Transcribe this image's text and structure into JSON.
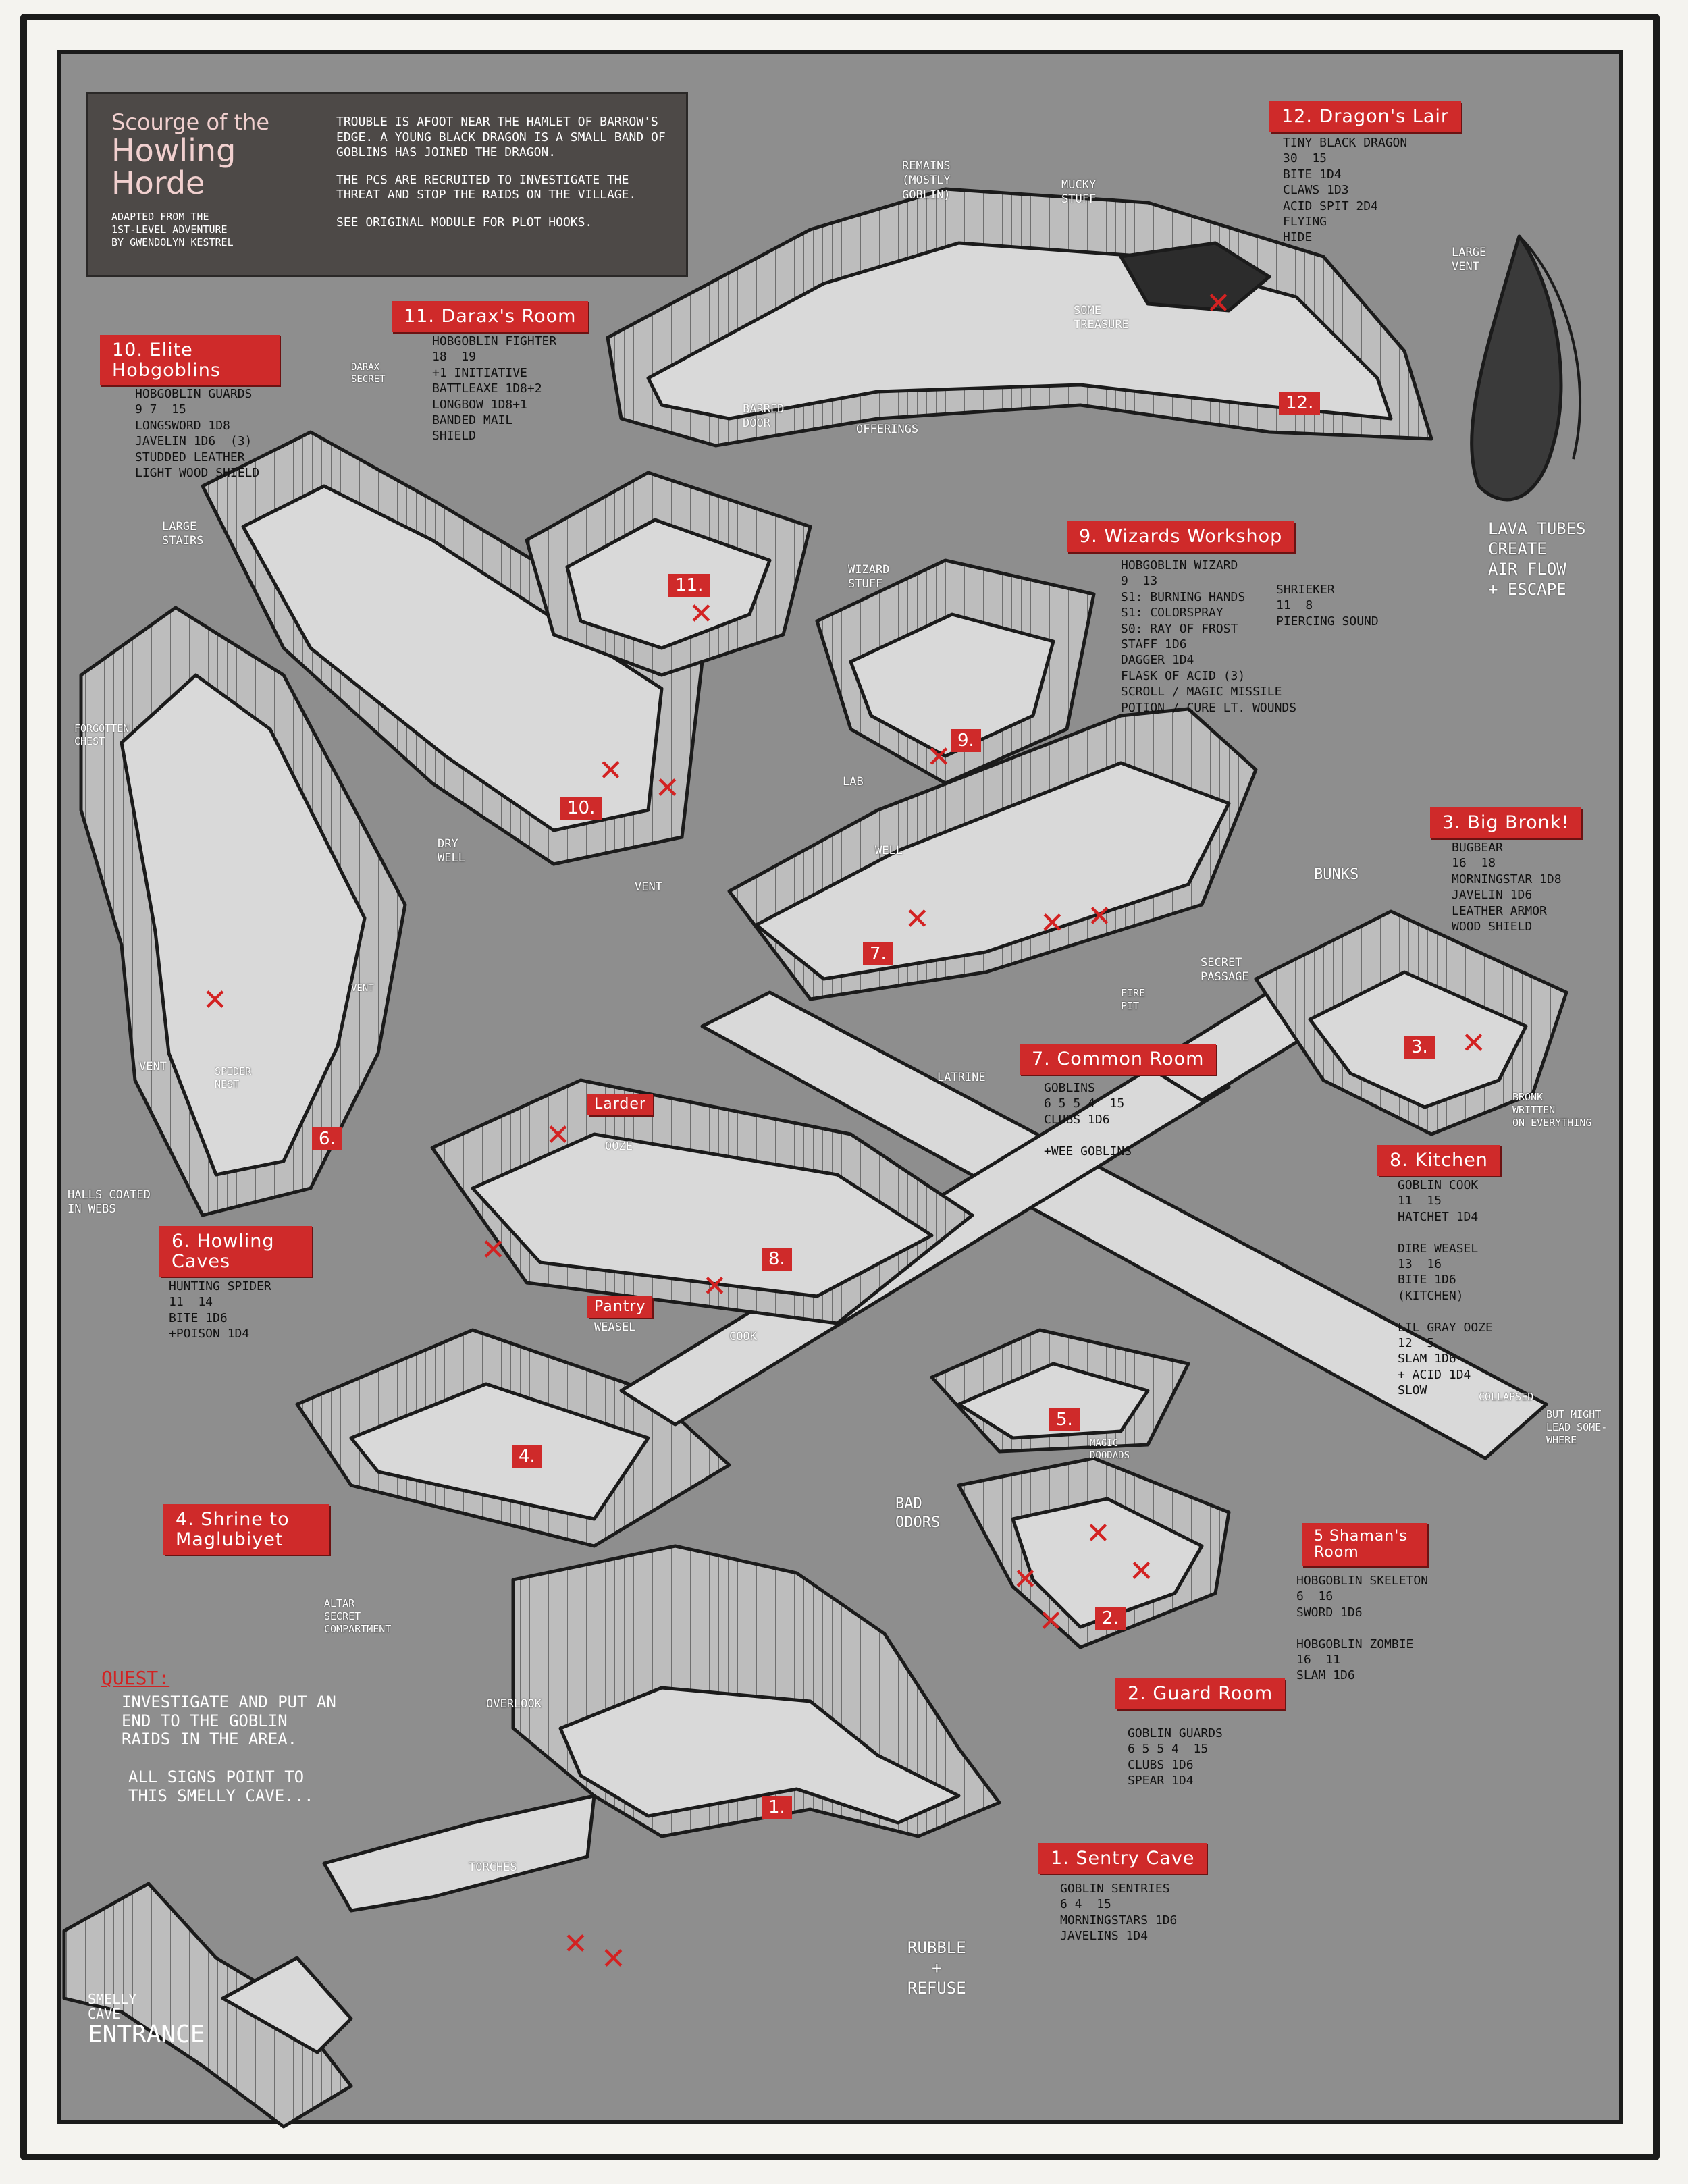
{
  "title": {
    "line1": "Scourge of the",
    "line2": "Howling Horde",
    "credit": "Adapted from the\n1st-level adventure\nby Gwendolyn Kestrel",
    "intro": [
      "Trouble is afoot near the hamlet of Barrow's Edge. A young black dragon is a small band of goblins has joined the dragon.",
      "The PCs are recruited to investigate the threat and stop the raids on the village.",
      "See original module for plot hooks."
    ]
  },
  "quest": {
    "heading": "Quest:",
    "text": "Investigate and put an end to the goblin raids in the area.",
    "subtext": "All signs point to this smelly cave..."
  },
  "entrance": {
    "small": "Smelly\ncave",
    "big": "Entrance"
  },
  "rooms": {
    "r1": {
      "label": "1. Sentry Cave",
      "marker": "1.",
      "stats": "Goblin sentries\n6 4  15\nMorningstars 1d6\nJavelins 1d4"
    },
    "r2": {
      "label": "2. Guard Room",
      "marker": "2.",
      "stats": "Goblin guards\n6 5 5 4  15\nClubs 1d6\nSpear 1d4"
    },
    "r3": {
      "label": "3. Big Bronk!",
      "marker": "3.",
      "stats": "Bugbear\n16  18\nMorningstar 1d8\nJavelin 1d6\nLeather armor\nWood shield"
    },
    "r4": {
      "label": "4. Shrine to Maglubiyet",
      "marker": "4."
    },
    "r5": {
      "label": "5 Shaman's Room",
      "marker": "5.",
      "stats": "Hobgoblin skeleton\n6  16\nSword 1d6\n\nHobgoblin zombie\n16  11\nSlam 1d6"
    },
    "r6": {
      "label": "6. Howling Caves",
      "marker": "6.",
      "stats": "Hunting spider\n11  14\nBite 1d6\n+Poison 1d4"
    },
    "r7": {
      "label": "7. Common Room",
      "marker": "7.",
      "stats": "Goblins\n6 5 5 4  15\nClubs 1d6\n\n+Wee goblins"
    },
    "r8": {
      "label": "8. Kitchen",
      "marker": "8.",
      "stats": "Goblin cook\n11  15\nHatchet 1d4\n\nDire weasel\n13  16\nBite 1d6\n(kitchen)\n\nLil gray ooze\n12  5\nSlam 1d6\n+ Acid 1d4\nSlow"
    },
    "r9": {
      "label": "9. Wizards Workshop",
      "marker": "9.",
      "stats": "Hobgoblin wizard\n9  13\nS1: Burning hands\nS1: Colorspray\nS0: Ray of frost\nStaff 1d6\nDagger 1d4\nFlask of acid (3)\nScroll / magic missile\nPotion / cure lt. wounds",
      "stats2": "Shrieker\n11  8\nPiercing sound"
    },
    "r10": {
      "label": "10. Elite Hobgoblins",
      "marker": "10.",
      "stats": "Hobgoblin guards\n9 7  15\nLongsword 1d8\nJavelin 1d6  (3)\nStudded leather\nLight wood shield"
    },
    "r11": {
      "label": "11. Darax's Room",
      "marker": "11.",
      "stats": "Hobgoblin fighter\n18  19\n+1 initiative\nBattleaxe 1d8+2\nLongbow 1d8+1\nBanded mail\nShield"
    },
    "r12": {
      "label": "12. Dragon's Lair",
      "marker": "12.",
      "stats": "Tiny black dragon\n30  15\nBite 1d4\nClaws 1d3\nAcid spit 2d4\nFlying\nHide"
    }
  },
  "side_labels": {
    "larder": "Larder",
    "pantry": "Pantry"
  },
  "notes": {
    "remains": "Remains\n(mostly\ngoblin)",
    "mucky": "Mucky\nstuff",
    "treasure": "Some\ntreasure",
    "offerings": "Offerings",
    "barred_door": "Barred\ndoor",
    "darax_secret": "Darax\nsecret",
    "large_stairs": "Large\nstairs",
    "forgotten_chest": "Forgotten\nchest",
    "dry_well": "Dry\nwell",
    "vent1": "Vent",
    "vent2": "Vent",
    "vent3": "Vent",
    "spider_nest": "Spider\nnest",
    "halls_webs": "Halls coated\nin webs",
    "wizard_stuff": "Wizard\nstuff",
    "lab": "Lab",
    "well": "Well",
    "bunks": "Bunks",
    "secret_passage": "Secret\npassage",
    "fire_pit": "Fire\npit",
    "latrine": "Latrine",
    "bronk_written": "Bronk\nwritten\non everything",
    "ooze": "Ooze",
    "weasel": "Weasel",
    "cook": "Cook",
    "collapsed": "Collapsed",
    "might_lead": "But might\nlead some-\nwhere",
    "magic_doodads": "Magic\ndoodads",
    "bad_odors": "Bad\nodors",
    "altar_secret": "Altar\nsecret\ncompartment",
    "overlook": "Overlook",
    "torches": "Torches",
    "rubble": "Rubble\n+\nrefuse",
    "large_vent": "Large\nvent",
    "lava_tubes": "Lava tubes\ncreate\nair flow\n+ escape"
  },
  "colors": {
    "background": "#8e8e8e",
    "floor": "#d9d9d9",
    "wall": "#b9b9b9",
    "ink": "#1b1b1b",
    "accent_red": "#cf2a2a",
    "title_box": "#4d4947"
  }
}
